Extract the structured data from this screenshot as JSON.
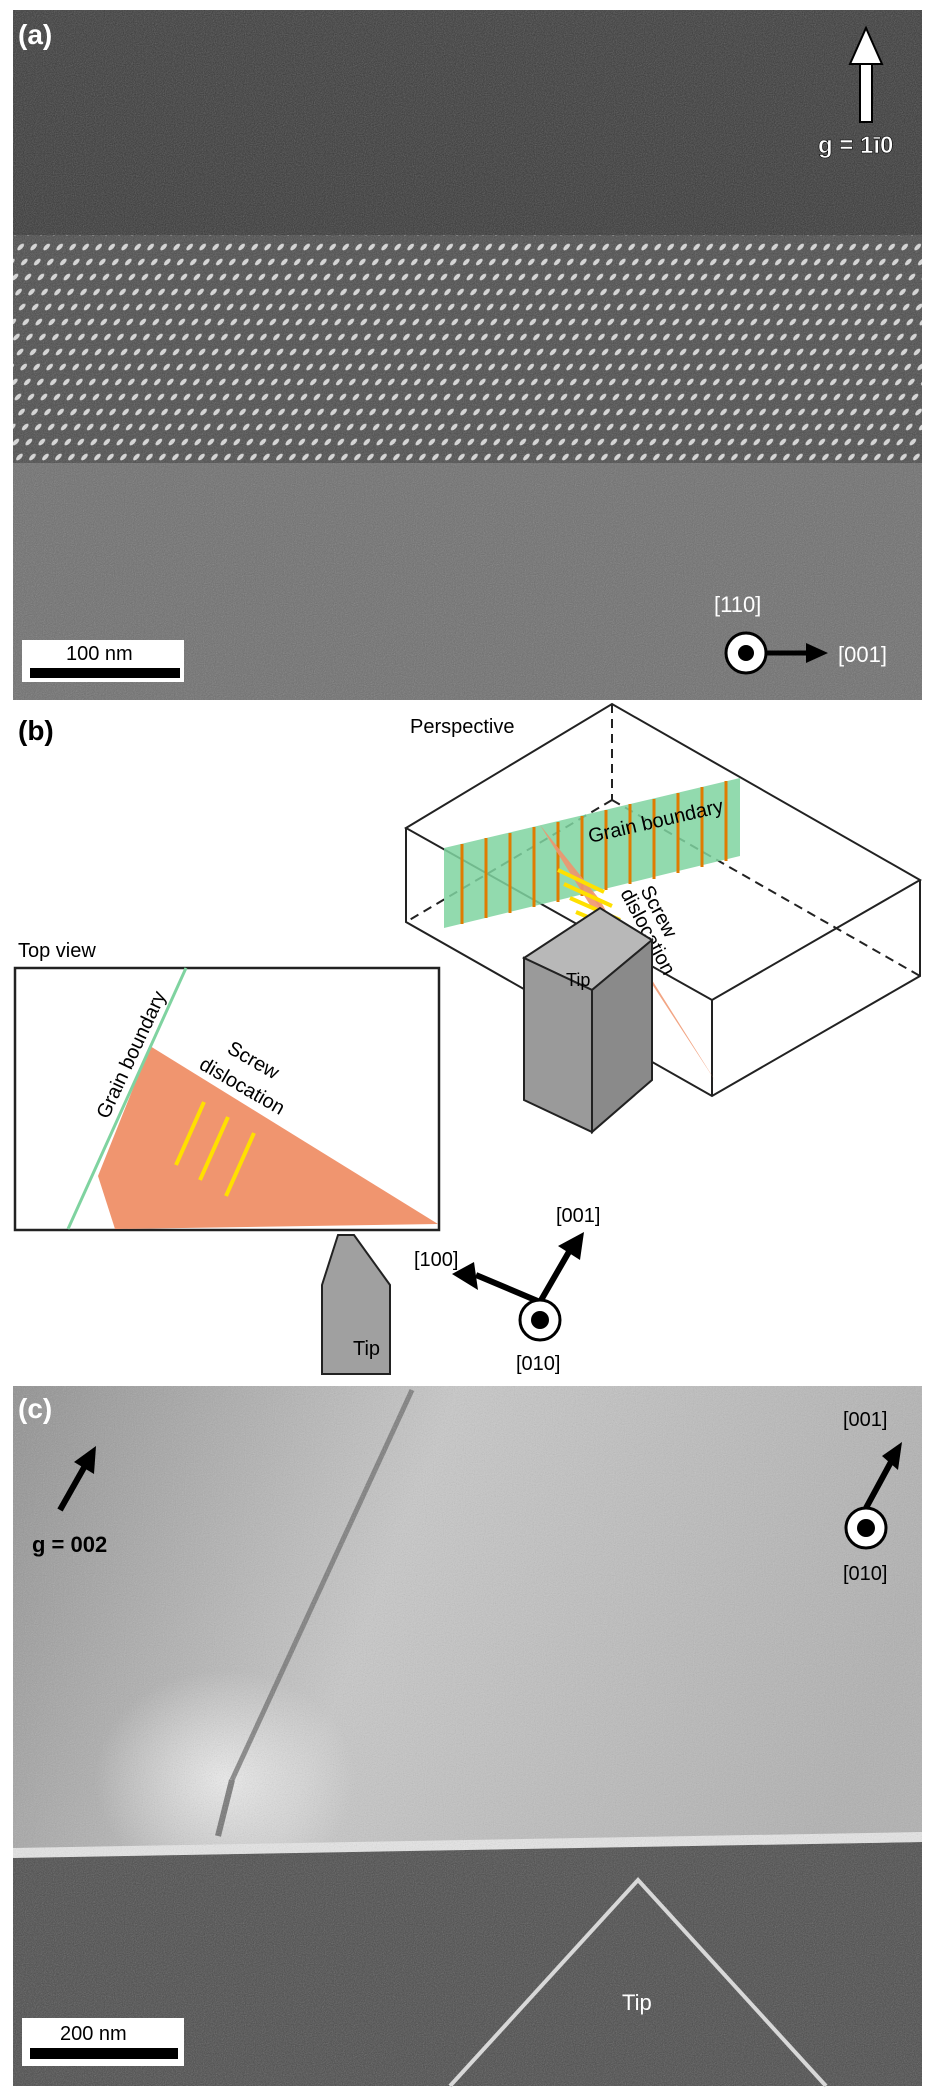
{
  "panel_a": {
    "label": "(a)",
    "g_vector": "g = 1ī0",
    "direction_up": "[110]",
    "direction_right": "[001]",
    "scale_bar": "100 nm"
  },
  "panel_b": {
    "label": "(b)",
    "perspective_title": "Perspective",
    "grain_boundary_label": "Grain boundary",
    "screw_dislocation_label_line1": "Screw",
    "screw_dislocation_label_line2": "dislocation",
    "tip_label_perspective": "Tip",
    "top_view_title": "Top view",
    "top_grain_boundary_label": "Grain boundary",
    "top_screw_line1": "Screw",
    "top_screw_line2": "dislocation",
    "tip_label_top": "Tip",
    "axis_100": "[100]",
    "axis_001": "[001]",
    "axis_010": "[010]",
    "colors": {
      "grain_boundary": "#7fd3a0",
      "screw_plane": "#f0956f",
      "dislocation_lines_persp": "#e07b00",
      "dislocation_lines_top": "#ffe000",
      "tip": "#a0a0a0"
    }
  },
  "panel_c": {
    "label": "(c)",
    "g_vector": "g = 002",
    "direction_up": "[001]",
    "direction_out": "[010]",
    "tip_label": "Tip",
    "scale_bar": "200 nm"
  }
}
